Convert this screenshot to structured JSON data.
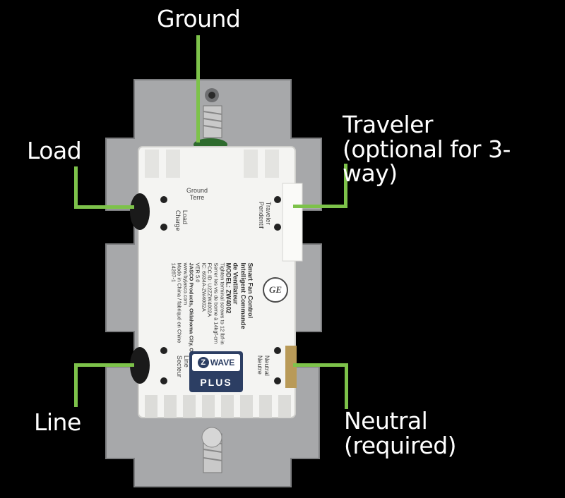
{
  "callouts": {
    "ground": "Ground",
    "load": "Load",
    "traveler_line1": "Traveler",
    "traveler_line2": "(optional for 3-way)",
    "line": "Line",
    "neutral_line1": "Neutral",
    "neutral_line2": "(required)"
  },
  "terminals": {
    "ground": [
      "Ground",
      "Terre"
    ],
    "load": [
      "Load",
      "Charge"
    ],
    "traveler": [
      "Traveler",
      "Pendentif"
    ],
    "line": [
      "Line",
      "Secteur"
    ],
    "neutral": [
      "Neutral",
      "Neutre"
    ]
  },
  "product_text": [
    "Smart Fan Control",
    "Intelligent Commande",
    "de Ventilateur",
    "MODEL: ZW4002",
    "Tighten terminal screws to 12 lbf-in",
    "Serrer les vis de borne à 14kgf-cm",
    "FCC ID: U2ZZW4002A",
    "IC: 6934A-ZW4002A",
    "VER 5.0",
    "JASCO Products, Oklahoma City, OK",
    "www.byjasco.com",
    "Made in China / fabriqué en Chine",
    "14287-1"
  ],
  "badge": {
    "top": "WAVE",
    "bottom": "PLUS",
    "z": "Z"
  },
  "logo": "GE",
  "colors": {
    "lead": "#7dc24a",
    "background": "#000000",
    "plate": "#a9aaab",
    "body": "#f4f4f2"
  }
}
